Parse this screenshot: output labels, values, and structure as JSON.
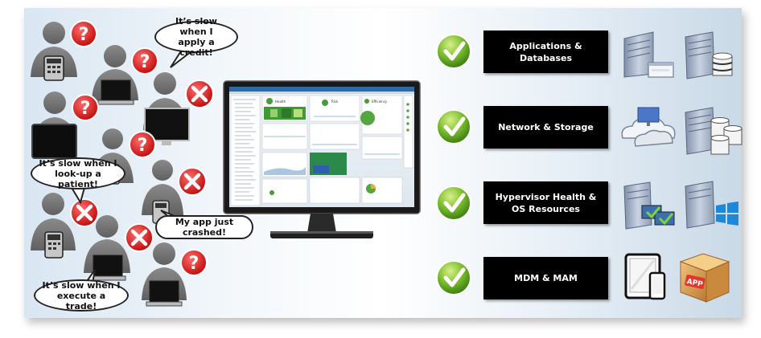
{
  "complaints": [
    {
      "text": "It’s slow when I\napply a credit!"
    },
    {
      "text": "It’s slow when I\nlook-up a patient!"
    },
    {
      "text": "My app just crashed!"
    },
    {
      "text": "It’s slow when I\nexecute a trade!"
    }
  ],
  "categories": [
    {
      "label": "Applications & Databases"
    },
    {
      "label": "Network & Storage"
    },
    {
      "label": "Hypervisor Health &\nOS Resources"
    },
    {
      "label": "MDM & MAM"
    }
  ],
  "monitor_tiles": [
    "Health",
    "Risk",
    "Efficiency"
  ],
  "app_icon_label": "APP",
  "colors": {
    "question": "#dd1f1f",
    "error": "#dd1f1f",
    "check": "#5fa624",
    "category_bg": "#000000"
  },
  "icons": {
    "user_states": [
      "question",
      "question",
      "question",
      "error",
      "question",
      "question",
      "error",
      "error",
      "error",
      "question"
    ],
    "row_icons": [
      "server-window-icon",
      "database-server-icon",
      "network-cloud-icon",
      "storage-server-icon",
      "vm-hosts-icon",
      "windows-server-icon",
      "tablet-phone-icon",
      "app-package-icon"
    ]
  }
}
